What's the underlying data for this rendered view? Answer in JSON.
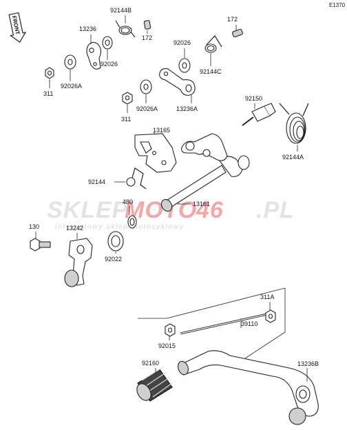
{
  "diagram_code": "E1370",
  "front_badge": "FRONT",
  "watermark": {
    "part1": "SKLEP",
    "part2": "MOTO",
    "part3": "46",
    "part4": ".PL",
    "tagline": "internetowy sklep motocyklowy",
    "accent_color": "#f4a6a6",
    "gray_color": "#e3e3e3"
  },
  "part_labels": {
    "p92144B": "92144B",
    "p172a": "172",
    "p172b": "172",
    "p13236": "13236",
    "p92026a": "92026",
    "p92026b": "92026",
    "p92026A_1": "92026A",
    "p92026A_2": "92026A",
    "p311a": "311",
    "p311b": "311",
    "p311A": "311A",
    "p92144C": "92144C",
    "p13236A": "13236A",
    "p13236B": "13236B",
    "p92150": "92150",
    "p92144A": "92144A",
    "p13165": "13165",
    "p92144": "92144",
    "p480": "480",
    "p13161": "13161",
    "p130": "130",
    "p13242": "13242",
    "p92022": "92022",
    "p39110": "39110",
    "p92015": "92015",
    "p92160": "92160"
  }
}
